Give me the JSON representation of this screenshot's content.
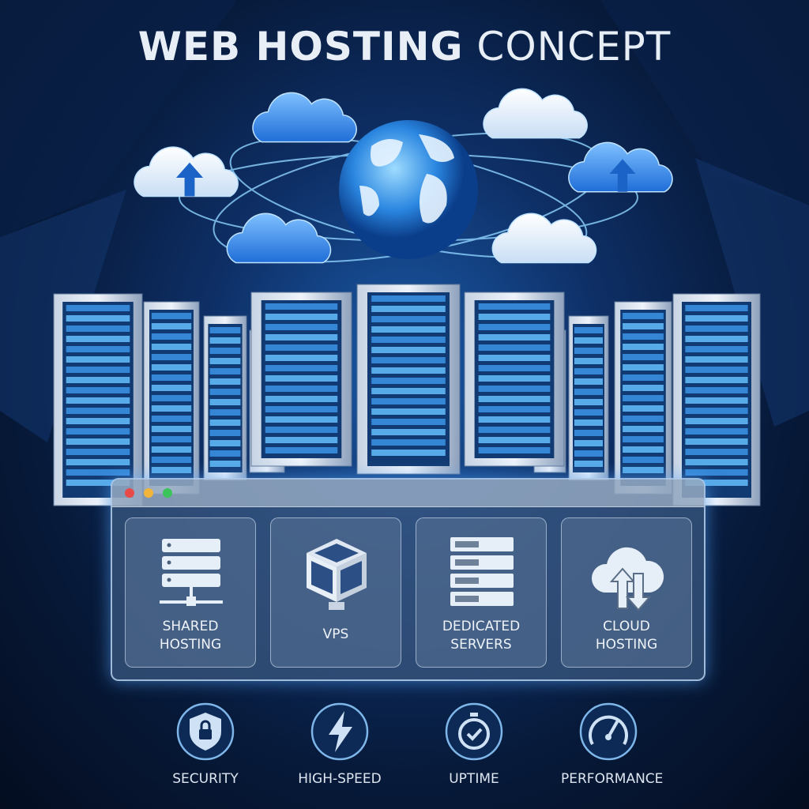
{
  "title": {
    "bold": "WEB HOSTING",
    "light": "CONCEPT"
  },
  "window": {
    "dots": [
      "#e84a4a",
      "#f2b53a",
      "#3cc45a"
    ]
  },
  "services": [
    {
      "icon": "shared-server-icon",
      "line1": "SHARED",
      "line2": "HOSTING"
    },
    {
      "icon": "vps-box-icon",
      "line1": "VPS",
      "line2": ""
    },
    {
      "icon": "dedicated-server-icon",
      "line1": "DEDICATED",
      "line2": "SERVERS"
    },
    {
      "icon": "cloud-transfer-icon",
      "line1": "CLOUD",
      "line2": "HOSTING"
    }
  ],
  "features": [
    {
      "icon": "shield-lock-icon",
      "label": "SECURITY"
    },
    {
      "icon": "lightning-icon",
      "label": "HIGH-SPEED"
    },
    {
      "icon": "stopwatch-check-icon",
      "label": "UPTIME"
    },
    {
      "icon": "speedometer-icon",
      "label": "PERFORMANCE"
    }
  ],
  "colors": {
    "accent": "#3aa0ff",
    "bg": "#071a3a"
  }
}
